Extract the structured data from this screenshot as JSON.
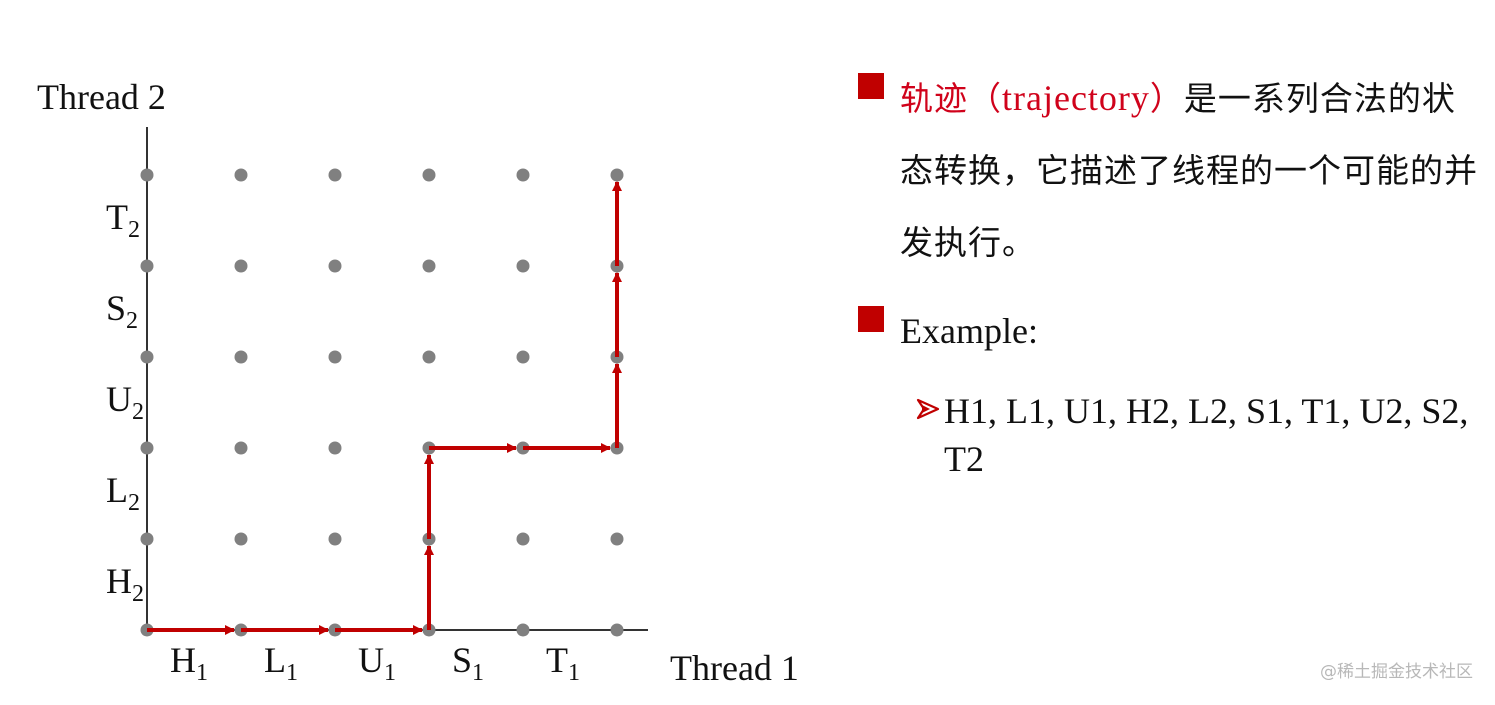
{
  "diagram": {
    "y_axis_title": "Thread 2",
    "x_axis_title": "Thread 1",
    "x_ticks": [
      {
        "base": "H",
        "sub": "1"
      },
      {
        "base": "L",
        "sub": "1"
      },
      {
        "base": "U",
        "sub": "1"
      },
      {
        "base": "S",
        "sub": "1"
      },
      {
        "base": "T",
        "sub": "1"
      }
    ],
    "y_ticks": [
      {
        "base": "H",
        "sub": "2"
      },
      {
        "base": "L",
        "sub": "2"
      },
      {
        "base": "U",
        "sub": "2"
      },
      {
        "base": "S",
        "sub": "2"
      },
      {
        "base": "T",
        "sub": "2"
      }
    ],
    "grid": {
      "columns": 6,
      "rows": 6
    },
    "trajectory": [
      [
        0,
        0
      ],
      [
        1,
        0
      ],
      [
        2,
        0
      ],
      [
        3,
        0
      ],
      [
        3,
        1
      ],
      [
        3,
        2
      ],
      [
        4,
        2
      ],
      [
        5,
        2
      ],
      [
        5,
        3
      ],
      [
        5,
        4
      ],
      [
        5,
        5
      ]
    ],
    "colors": {
      "dot": "#808080",
      "path": "#c00000",
      "axis": "#333333"
    }
  },
  "text": {
    "bullet1": {
      "prefix": "轨迹（",
      "term": "trajectory",
      "suffix": "）",
      "rest": "是一系列合法的状态转换，它描述了线程的一个可能的并发执行。"
    },
    "bullet2": {
      "label": "Example:"
    },
    "example": "H1, L1, U1, H2, L2,  S1, T1, U2, S2, T2"
  },
  "watermark": "@稀土掘金技术社区",
  "colors": {
    "accent": "#c00000",
    "highlight_text": "#d0021b"
  }
}
